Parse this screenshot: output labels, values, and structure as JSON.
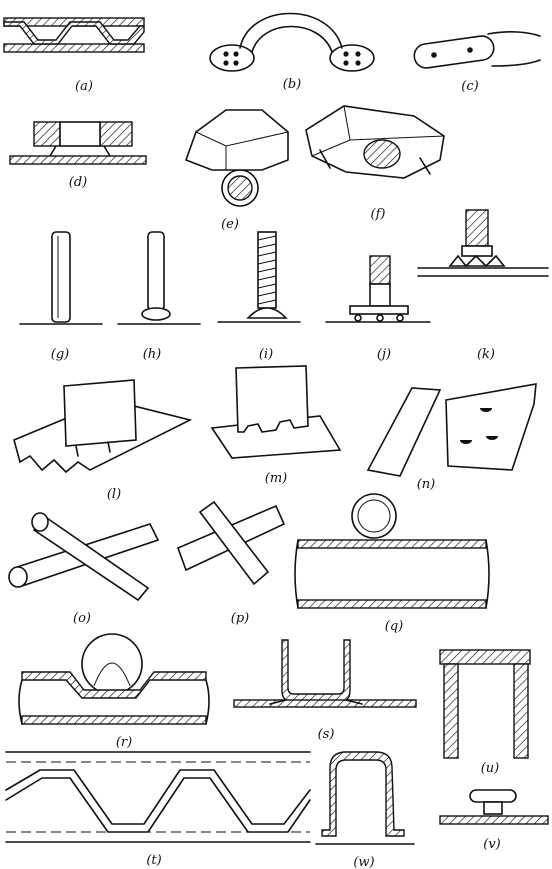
{
  "figure": {
    "labels": {
      "a": "(a)",
      "b": "(b)",
      "c": "(c)",
      "d": "(d)",
      "e": "(e)",
      "f": "(f)",
      "g": "(g)",
      "h": "(h)",
      "i": "(i)",
      "j": "(j)",
      "k": "(k)",
      "l": "(l)",
      "m": "(m)",
      "n": "(n)",
      "o": "(o)",
      "p": "(p)",
      "q": "(q)",
      "r": "(r)",
      "s": "(s)",
      "u": "(u)",
      "t": "(t)",
      "w": "(w)",
      "v": "(v)"
    }
  }
}
